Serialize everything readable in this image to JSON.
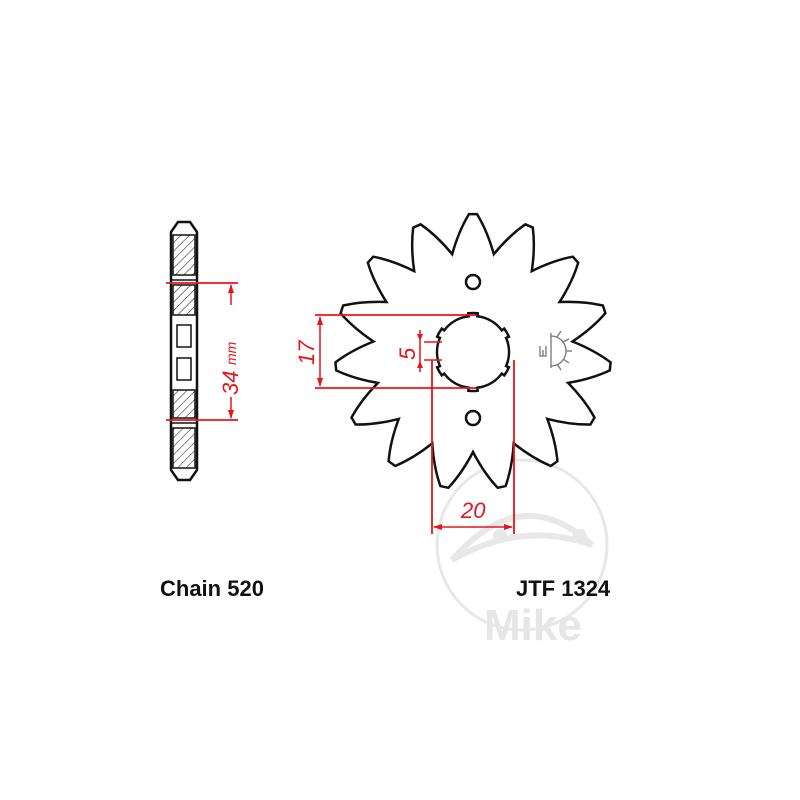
{
  "drawing": {
    "labels": {
      "chain": "Chain 520",
      "part_number": "JTF 1324"
    },
    "dimensions": {
      "side_view_hub": {
        "value": "34",
        "unit": "mm"
      },
      "spline_height": {
        "value": "17"
      },
      "spline_width": {
        "value": "5"
      },
      "bore_width": {
        "value": "20"
      }
    },
    "sprocket": {
      "teeth": 15,
      "bolt_holes": 2,
      "spline_notches": 6
    },
    "watermark": {
      "text": "Mike"
    },
    "colors": {
      "outline": "#111111",
      "dimension": "#e8141b",
      "watermark": "#e6e6e6",
      "hatch": "#333333"
    }
  }
}
